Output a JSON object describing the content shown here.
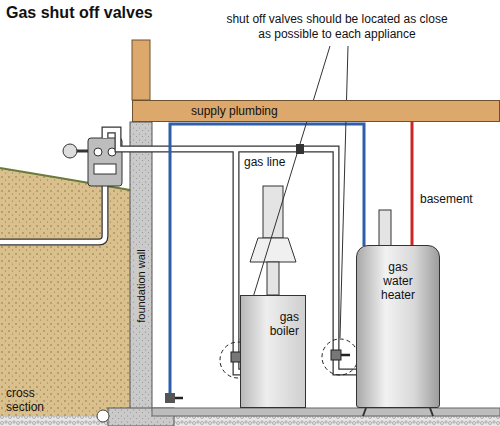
{
  "diagram": {
    "title": "Gas shut off valves",
    "nodes": [
      {
        "text": [
          "supply plumbing"
        ]
      },
      {
        "text": [
          "gas boiler"
        ]
      },
      {
        "text": [
          "gas water heater"
        ]
      }
    ],
    "labels": [
      "shut off valves should be located as close as possible to each appliance",
      "gas line",
      "basement",
      "foundation wall",
      "cross section"
    ]
  }
}
